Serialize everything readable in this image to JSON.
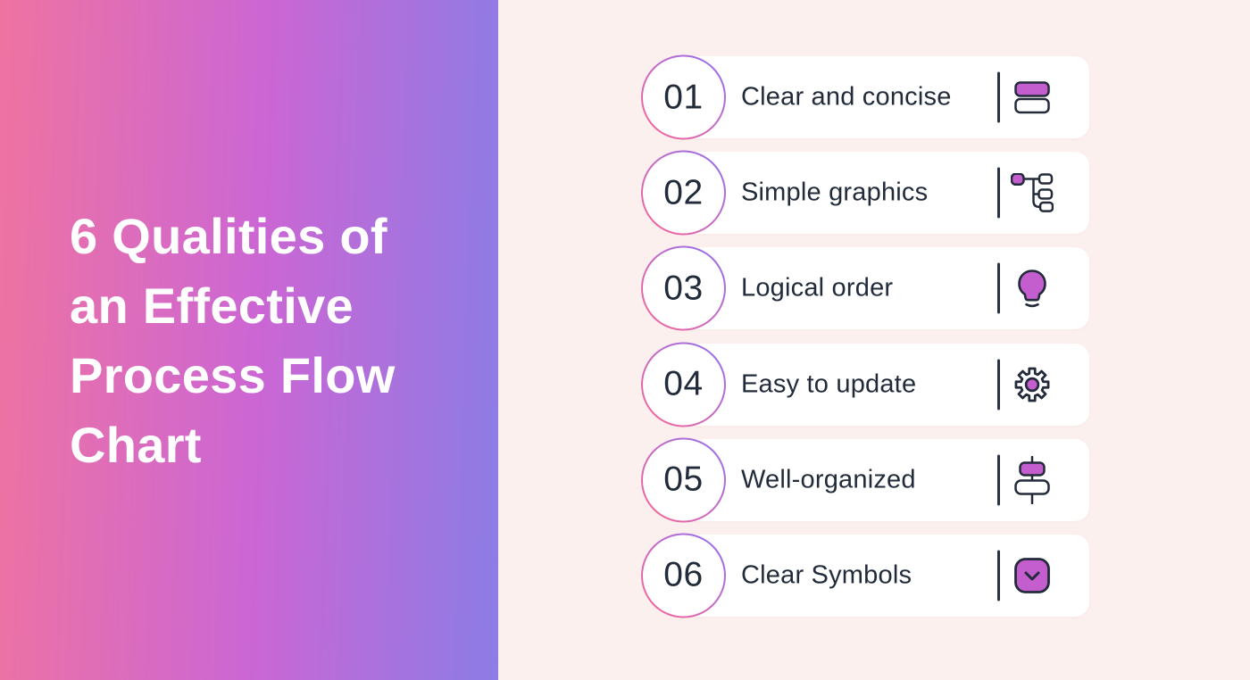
{
  "title": {
    "lines": [
      "6 Qualities of",
      "an Effective",
      "Process Flow",
      "Chart"
    ]
  },
  "qualities": [
    {
      "number": "01",
      "label": "Clear and concise",
      "icon": "stacked-rectangles-icon"
    },
    {
      "number": "02",
      "label": "Simple graphics",
      "icon": "tree-diagram-icon"
    },
    {
      "number": "03",
      "label": "Logical order",
      "icon": "lightbulb-icon"
    },
    {
      "number": "04",
      "label": "Easy to update",
      "icon": "gear-icon"
    },
    {
      "number": "05",
      "label": "Well-organized",
      "icon": "align-center-icon"
    },
    {
      "number": "06",
      "label": "Clear Symbols",
      "icon": "checkbox-chevron-icon"
    }
  ],
  "colors": {
    "panel_gradient_start": "#EF73A1",
    "panel_gradient_mid": "#CB66D4",
    "panel_gradient_end": "#8C7CE5",
    "right_background": "#FCF0EE",
    "card_background": "#FFFFFF",
    "accent_purple": "#C45ECF",
    "icon_outline": "#232B3A",
    "text_dark": "#222B3A",
    "ring_gradient_start": "#F2679C",
    "ring_gradient_end": "#9E6EE8"
  }
}
